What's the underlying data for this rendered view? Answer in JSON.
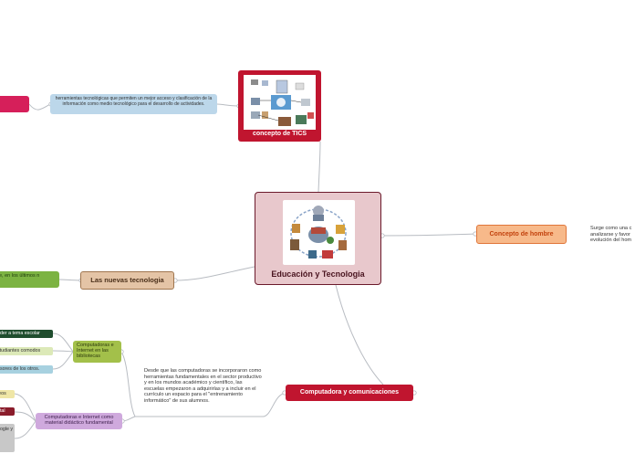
{
  "central": {
    "label": "Educación y Tecnologia"
  },
  "tics": {
    "label": "concepto de TICS",
    "description": "herramientas tecnológicas que permiten un mejor acceso y clasificación de la información como medio tecnológico para el desarrollo de actividades."
  },
  "hombre": {
    "label": "Concepto de hombre",
    "text": "Surge como una c analizarse y favor evolución del hom"
  },
  "nuevas": {
    "label": "Las nuevas tecnologia",
    "green_text": "e, en los últimos n"
  },
  "compu": {
    "label": "Computadora y comunicaciones",
    "note": "Desde que las computadoras se incorporaron como herramientas fundamentales en el sector productivo y en los mundos académico y científico, las escuelas empezaron a adquirirlas y a incluir en el currículo un espacio para el \"entrenamiento informático\" de sus alumnos.",
    "bibliotecas": "Computadoras e Internet en las bibliotecas",
    "bib_leaves": [
      "eder a tema escolar",
      "studiantes comodos",
      "esores de los otros."
    ],
    "material": "Computadoras e Internet como material didáctico fundamental",
    "mat_leaves": [
      "leos",
      "ntal",
      "oogle y"
    ]
  },
  "colors": {
    "central_bg": "#e8c8cc",
    "central_border": "#6b1a2b",
    "red": "#c0152f",
    "orange": "#f7b98a",
    "tan": "#e4c4a6",
    "lightblue": "#bcd7ea",
    "pink": "#d61f5a",
    "green": "#7cb342",
    "olive": "#a3c04a",
    "lavender": "#cfa9dd",
    "connector": "#b8bcc2"
  }
}
